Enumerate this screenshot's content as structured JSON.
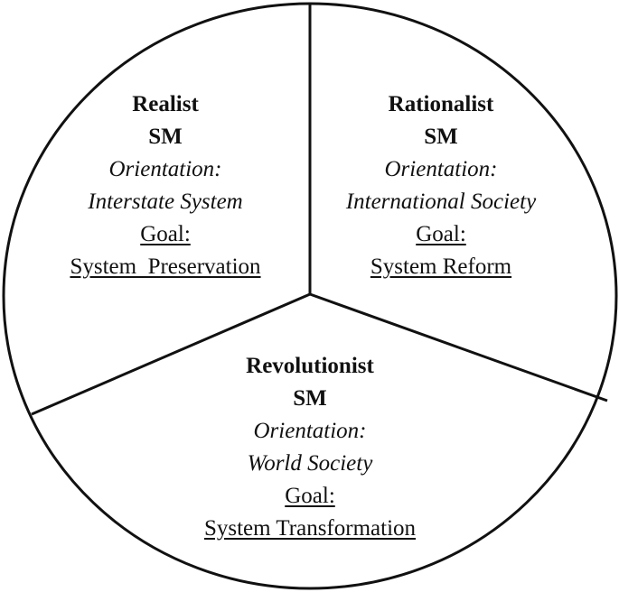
{
  "colors": {
    "stroke": "#111111",
    "background": "#ffffff",
    "text": "#111111"
  },
  "segments": [
    {
      "name": "Realist",
      "abbr": "SM",
      "orientation_label": "Orientation:",
      "orientation": "Interstate System",
      "goal_label": "Goal:",
      "goal": "System  Preservation"
    },
    {
      "name": "Rationalist",
      "abbr": "SM",
      "orientation_label": "Orientation:",
      "orientation": "International Society",
      "goal_label": "Goal:",
      "goal": "System Reform"
    },
    {
      "name": "Revolutionist",
      "abbr": "SM",
      "orientation_label": "Orientation:",
      "orientation": "World Society",
      "goal_label": "Goal:",
      "goal": "System Transformation"
    }
  ]
}
